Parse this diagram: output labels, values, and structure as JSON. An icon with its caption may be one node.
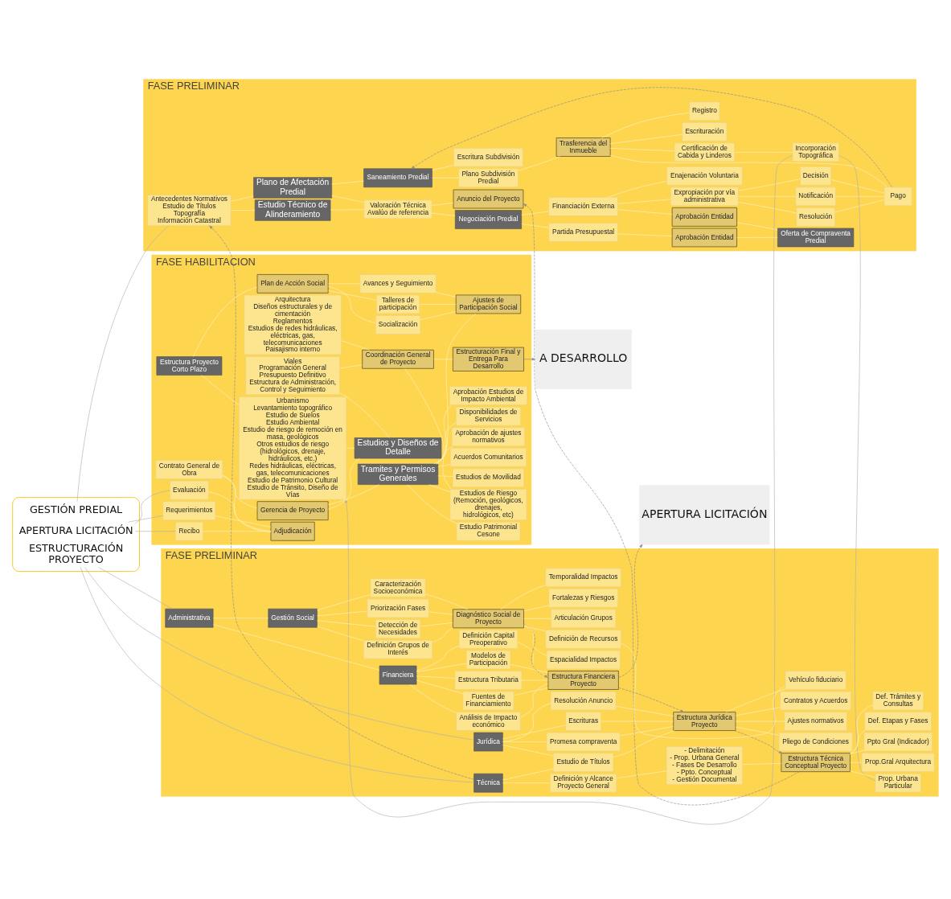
{
  "diagram": {
    "nodes": [
      {
        "text": [],
        "shape": "box"
      },
      {
        "text": [
          "GESTIÓN PREDIAL"
        ],
        "in": 0
      },
      {
        "text": [
          "ESTRUCTURACIÓN PROYECTO"
        ],
        "in": 0
      },
      {
        "text": [
          "APERTURA LICITACIÓN"
        ],
        "in": 0
      },
      {
        "text": [
          "FASE PRELIMINAR"
        ]
      },
      {
        "text": [
          "Antecedentes Normativos",
          "Estudio de Títulos",
          "Topografía",
          "Información Catastral"
        ],
        "in": 4
      },
      {
        "text": [
          "Estudio Técnico de Alinderamiento"
        ],
        "in": 4
      },
      {
        "text": [
          "Plano de Afectación Predial"
        ],
        "in": 4
      },
      {
        "text": [
          "Valoración Técnica Avalúo de referencia"
        ],
        "in": 4
      },
      {
        "text": [
          "Negociación Predial"
        ],
        "in": 4
      },
      {
        "text": [
          "Partida Presupuestal"
        ],
        "in": 4
      },
      {
        "text": [
          "Financiación Externa"
        ],
        "in": 4
      },
      {
        "text": [
          "Aprobación Entidad"
        ],
        "in": 4
      },
      {
        "text": [
          "Aprobación Entidad"
        ],
        "in": 4
      },
      {
        "text": [
          "Anuncio del Proyecto"
        ],
        "in": 4
      },
      {
        "text": [
          "Oferta de Compraventa Predial"
        ],
        "in": 4
      },
      {
        "text": [
          "Expropiación por vía administrativa"
        ],
        "in": 4
      },
      {
        "text": [
          "Enajenación Voluntaria"
        ],
        "in": 4
      },
      {
        "text": [
          "Saneamiento Predial"
        ],
        "in": 4
      },
      {
        "text": [
          "Resolución"
        ],
        "in": 4
      },
      {
        "text": [
          "Notificación"
        ],
        "in": 4
      },
      {
        "text": [
          "Decisión"
        ],
        "in": 4
      },
      {
        "text": [
          "Pago"
        ],
        "in": 4
      },
      {
        "text": [
          "Plano Subdivisión Predial"
        ],
        "in": 4
      },
      {
        "text": [
          "Escritura Subdivisión"
        ],
        "in": 4
      },
      {
        "text": [
          "Trasferencia del Inmueble"
        ],
        "in": 4
      },
      {
        "text": [
          "Certificación de Cabida y Linderos"
        ],
        "in": 4
      },
      {
        "text": [
          "Incorporación Topográfica"
        ],
        "in": 4
      },
      {
        "text": [
          "Escrituración"
        ],
        "in": 4
      },
      {
        "text": [
          "Registro"
        ],
        "in": 4
      },
      {
        "text": [
          "FASE PRELIMINAR"
        ]
      },
      {
        "text": [
          "Técnica"
        ],
        "in": 30
      },
      {
        "text": [
          "Definición y Alcance Proyecto General"
        ],
        "in": 30
      },
      {
        "text": [
          "- Delimitación",
          "- Prop. Urbana General",
          "- Fases De Desarrollo",
          "- Ppto. Conceptual",
          "- Gestión Documental"
        ],
        "in": 30
      },
      {
        "text": [
          "Estructura Técnica Conceptual Proyecto"
        ],
        "in": 30
      },
      {
        "text": [
          "Prop. Urbana Particular"
        ],
        "in": 30
      },
      {
        "text": [
          "Prop.Gral Arquitectura"
        ],
        "in": 30
      },
      {
        "text": [
          "Ppto Gral (Indicador)"
        ],
        "in": 30
      },
      {
        "text": [
          "Def. Etapas y Fases"
        ],
        "in": 30
      },
      {
        "text": [
          "Def. Trámites y Consultas"
        ],
        "in": 30
      },
      {
        "text": [
          "Jurídica"
        ],
        "in": 30
      },
      {
        "text": [
          "Estudio de Títulos"
        ],
        "in": 30
      },
      {
        "text": [
          "Escrituras"
        ],
        "in": 30
      },
      {
        "text": [
          "Resolución Anuncio"
        ],
        "in": 30
      },
      {
        "text": [
          "Promesa compraventa"
        ],
        "in": 30
      },
      {
        "text": [
          "Estructura Jurídica Proyecto"
        ],
        "in": 30
      },
      {
        "text": [
          "Vehículo fiduciario"
        ],
        "in": 30
      },
      {
        "text": [
          "Pliego de Condiciones"
        ],
        "in": 30
      },
      {
        "text": [
          "Ajustes normativos"
        ],
        "in": 30
      },
      {
        "text": [
          "Contratos y Acuerdos"
        ],
        "in": 30
      },
      {
        "text": [
          "Financiera"
        ],
        "in": 30
      },
      {
        "text": [
          "Estructura Tributaria"
        ],
        "in": 30
      },
      {
        "text": [
          "Modelos de Participación"
        ],
        "in": 30
      },
      {
        "text": [
          "Definición Capital Preoperativo"
        ],
        "in": 30
      },
      {
        "text": [
          "Análisis de Impacto económico"
        ],
        "in": 30
      },
      {
        "text": [
          "Fuentes de Financiamiento"
        ],
        "in": 30
      },
      {
        "text": [
          "Estructura Financiera Proyecto"
        ],
        "in": 30
      },
      {
        "text": [
          "Administrativa"
        ],
        "in": 30
      },
      {
        "text": [
          "Gestión Social"
        ],
        "in": 30
      },
      {
        "text": [
          "Caracterización Socioeconómica"
        ],
        "in": 30
      },
      {
        "text": [
          "Definición Grupos de Interés"
        ],
        "in": 30
      },
      {
        "text": [
          "Detección de Necesidades"
        ],
        "in": 30
      },
      {
        "text": [
          "Priorización Fases"
        ],
        "in": 30
      },
      {
        "text": [
          "Diagnóstico Social de Proyecto"
        ],
        "in": 30
      },
      {
        "text": [
          "Temporalidad Impactos"
        ],
        "in": 30
      },
      {
        "text": [
          "Espacialidad Impactos"
        ],
        "in": 30
      },
      {
        "text": [
          "Definición de Recursos"
        ],
        "in": 30
      },
      {
        "text": [
          "Articulación Grupos"
        ],
        "in": 30
      },
      {
        "text": [
          "Fortalezas y Riesgos"
        ],
        "in": 30
      },
      {
        "text": [
          "APERTURA LICITACIÓN"
        ]
      },
      {
        "text": [
          "FASE HABILITACION"
        ]
      },
      {
        "text": [
          "Estructura Proyecto Corto Plazo"
        ],
        "in": 70
      },
      {
        "text": [
          "Urbanismo",
          "Levantamiento topográfico",
          "Estudio de Suelos",
          "Estudio Ambiental",
          "Estudio de riesgo de remoción en masa, geológicos",
          "Otros estudios de riesgo (hidrológicos, drenaje, hidráulicos, etc.)",
          "Redes hidráulicas, eléctricas, gas, telecomunicaciones",
          "Estudio de Patrimonio Cultural",
          "Estudio de Tránsito, Diseño de Vías"
        ],
        "in": 70
      },
      {
        "text": [
          "Arquitectura",
          "Diseños estructurales y de cimentación",
          "Reglamentos",
          "Estudios de redes hidráulicas, eléctricas, gas, telecomunicaciones",
          "Paisajismo interno"
        ],
        "in": 70
      },
      {
        "text": [
          "Viales",
          "Programación General",
          "Presupuesto Definitivo",
          "Estructura de Administración, Control y Seguimiento"
        ],
        "in": 70
      },
      {
        "text": [
          "Estructuración Final y Entrega Para Desarrollo"
        ],
        "in": 70
      },
      {
        "text": [
          "Coordinación General de Proyecto"
        ],
        "in": 70
      },
      {
        "text": [
          "Contrato General de Obra"
        ],
        "in": 70
      },
      {
        "text": [
          "Recibo"
        ],
        "in": 70
      },
      {
        "text": [
          "Evaluación"
        ],
        "in": 70
      },
      {
        "text": [
          "Requerimientos"
        ],
        "in": 70
      },
      {
        "text": [
          "Adjudicación"
        ],
        "in": 70
      },
      {
        "text": [
          "Gerencia de Proyecto"
        ],
        "in": 70
      },
      {
        "text": [
          "Estudios y Diseños de Detalle"
        ],
        "in": 70
      },
      {
        "text": [
          "Tramites y Permisos Generales"
        ],
        "in": 70
      },
      {
        "text": [
          "Disponibilidades de Servicios"
        ],
        "in": 70
      },
      {
        "text": [
          "Aprobación Estudios de Impacto Ambiental"
        ],
        "in": 70
      },
      {
        "text": [
          "Estudio Patrimonial Cesone"
        ],
        "in": 70
      },
      {
        "text": [
          "Estudios de Riesgo (Remoción, geológicos, drenajes, hidrológicos, etc)"
        ],
        "in": 70
      },
      {
        "text": [
          "Estudios de Movilidad"
        ],
        "in": 70
      },
      {
        "text": [
          "Acuerdos Comunitarios"
        ],
        "in": 70
      },
      {
        "text": [
          "Aprobación de ajustes normativos"
        ],
        "in": 70
      },
      {
        "text": [
          "Plan de Acción Social"
        ],
        "in": 70
      },
      {
        "text": [
          "Socialización"
        ],
        "in": 70
      },
      {
        "text": [
          "Talleres de participación"
        ],
        "in": 70
      },
      {
        "text": [
          "Avances y Seguimiento"
        ],
        "in": 70
      },
      {
        "text": [
          "Ajustes de Participación Social"
        ],
        "in": 70
      },
      {
        "text": [
          "A DESARROLLO"
        ]
      }
    ],
    "edges": [
      {
        "from": 1,
        "to": 5,
        "arrow": "none",
        "color": "#b0b0b0"
      },
      {
        "from": 2,
        "to": 31,
        "arrow": "none",
        "color": "#b0b0b0"
      },
      {
        "from": 2,
        "to": 40,
        "arrow": "none",
        "color": "#b0b0b0"
      },
      {
        "from": 2,
        "to": 57,
        "arrow": "none",
        "color": "#b0b0b0"
      },
      {
        "from": 3,
        "to": 78,
        "arrow": "none",
        "color": "#b0b0b0"
      },
      {
        "from": 3,
        "to": 79,
        "arrow": "none",
        "color": "#b0b0b0"
      },
      {
        "from": 3,
        "to": 80,
        "arrow": "none",
        "color": "#b0b0b0"
      },
      {
        "from": 5,
        "to": 6,
        "arrow": "none"
      },
      {
        "from": 5,
        "to": 7,
        "arrow": "none"
      },
      {
        "from": 6,
        "to": 8,
        "arrow": "none"
      },
      {
        "from": 7,
        "to": 8,
        "arrow": "none"
      },
      {
        "from": 8,
        "to": 9,
        "arrow": "none"
      },
      {
        "from": 8,
        "to": 14,
        "arrow": "none"
      },
      {
        "from": 9,
        "to": 10,
        "arrow": "none"
      },
      {
        "from": 9,
        "to": 11,
        "arrow": "none"
      },
      {
        "from": 10,
        "to": 12,
        "arrow": "none"
      },
      {
        "from": 11,
        "to": 13,
        "arrow": "none"
      },
      {
        "from": 12,
        "to": 15,
        "arrow": "none"
      },
      {
        "from": 13,
        "to": 15,
        "arrow": "none"
      },
      {
        "from": 11,
        "to": 16,
        "arrow": "none"
      },
      {
        "from": 11,
        "to": 17,
        "arrow": "none"
      },
      {
        "from": 16,
        "to": 19,
        "arrow": "none"
      },
      {
        "from": 16,
        "to": 20,
        "arrow": "none"
      },
      {
        "from": 16,
        "to": 21,
        "arrow": "none"
      },
      {
        "from": 19,
        "to": 22,
        "arrow": "none"
      },
      {
        "from": 20,
        "to": 22,
        "arrow": "none"
      },
      {
        "from": 21,
        "to": 22,
        "arrow": "none"
      },
      {
        "from": 22,
        "to": 18,
        "arrow": "to",
        "style": "dashed",
        "color": "#8c8c8c"
      },
      {
        "from": 22,
        "to": 25,
        "arrow": "none"
      },
      {
        "from": 7,
        "to": 18,
        "arrow": "none"
      },
      {
        "from": 18,
        "to": 23,
        "arrow": "none"
      },
      {
        "from": 18,
        "to": 24,
        "arrow": "none"
      },
      {
        "from": 23,
        "to": 25,
        "arrow": "none"
      },
      {
        "from": 25,
        "to": 28,
        "arrow": "none"
      },
      {
        "from": 25,
        "to": 29,
        "arrow": "none"
      },
      {
        "from": 25,
        "to": 26,
        "arrow": "none"
      },
      {
        "from": 26,
        "to": 27,
        "arrow": "none"
      },
      {
        "from": 27,
        "to": 35,
        "arrow": "none",
        "color": "#b0b0b0"
      },
      {
        "from": 27,
        "to": 72,
        "arrow": "to",
        "color": "#b0b0b0"
      },
      {
        "from": 31,
        "to": 5,
        "arrow": "to",
        "style": "dashed",
        "color": "#8c8c8c"
      },
      {
        "from": 34,
        "to": 14,
        "arrow": "to",
        "style": "dashed",
        "color": "#8c8c8c"
      },
      {
        "from": 31,
        "to": 32,
        "arrow": "none"
      },
      {
        "from": 32,
        "to": 33,
        "arrow": "none"
      },
      {
        "from": 33,
        "to": 34,
        "arrow": "none"
      },
      {
        "from": 34,
        "to": 35,
        "arrow": "none"
      },
      {
        "from": 34,
        "to": 36,
        "arrow": "none"
      },
      {
        "from": 34,
        "to": 37,
        "arrow": "none"
      },
      {
        "from": 34,
        "to": 38,
        "arrow": "none"
      },
      {
        "from": 34,
        "to": 39,
        "arrow": "none"
      },
      {
        "from": 31,
        "to": 41,
        "arrow": "none"
      },
      {
        "from": 40,
        "to": 41,
        "arrow": "none"
      },
      {
        "from": 40,
        "to": 42,
        "arrow": "none"
      },
      {
        "from": 40,
        "to": 43,
        "arrow": "none"
      },
      {
        "from": 40,
        "to": 44,
        "arrow": "none"
      },
      {
        "from": 41,
        "to": 45,
        "arrow": "none"
      },
      {
        "from": 42,
        "to": 45,
        "arrow": "none"
      },
      {
        "from": 43,
        "to": 45,
        "arrow": "none"
      },
      {
        "from": 44,
        "to": 45,
        "arrow": "none"
      },
      {
        "from": 45,
        "to": 34,
        "arrow": "to",
        "style": "dashed",
        "color": "#8c8c8c"
      },
      {
        "from": 45,
        "to": 46,
        "arrow": "none"
      },
      {
        "from": 45,
        "to": 47,
        "arrow": "none"
      },
      {
        "from": 45,
        "to": 48,
        "arrow": "none"
      },
      {
        "from": 45,
        "to": 49,
        "arrow": "none"
      },
      {
        "from": 46,
        "to": 66,
        "arrow": "none"
      },
      {
        "from": 57,
        "to": 50,
        "arrow": "none"
      },
      {
        "from": 57,
        "to": 58,
        "arrow": "none"
      },
      {
        "from": 50,
        "to": 51,
        "arrow": "none"
      },
      {
        "from": 50,
        "to": 52,
        "arrow": "none"
      },
      {
        "from": 50,
        "to": 53,
        "arrow": "none"
      },
      {
        "from": 50,
        "to": 54,
        "arrow": "none"
      },
      {
        "from": 50,
        "to": 55,
        "arrow": "none"
      },
      {
        "from": 51,
        "to": 56,
        "arrow": "none"
      },
      {
        "from": 52,
        "to": 56,
        "arrow": "none"
      },
      {
        "from": 53,
        "to": 56,
        "arrow": "none"
      },
      {
        "from": 54,
        "to": 56,
        "arrow": "none"
      },
      {
        "from": 55,
        "to": 56,
        "arrow": "none"
      },
      {
        "from": 56,
        "to": 45,
        "arrow": "to",
        "style": "dashed",
        "color": "#8c8c8c"
      },
      {
        "from": 56,
        "to": 69,
        "arrow": "to",
        "style": "dashed",
        "color": "#8c8c8c"
      },
      {
        "from": 58,
        "to": 59,
        "arrow": "none"
      },
      {
        "from": 58,
        "to": 60,
        "arrow": "none"
      },
      {
        "from": 58,
        "to": 61,
        "arrow": "none"
      },
      {
        "from": 58,
        "to": 62,
        "arrow": "none"
      },
      {
        "from": 59,
        "to": 63,
        "arrow": "none"
      },
      {
        "from": 60,
        "to": 63,
        "arrow": "none"
      },
      {
        "from": 61,
        "to": 63,
        "arrow": "none"
      },
      {
        "from": 62,
        "to": 63,
        "arrow": "none"
      },
      {
        "from": 63,
        "to": 56,
        "arrow": "to",
        "style": "dashed",
        "color": "#8c8c8c"
      },
      {
        "from": 63,
        "to": 64,
        "arrow": "none"
      },
      {
        "from": 63,
        "to": 65,
        "arrow": "none"
      },
      {
        "from": 63,
        "to": 66,
        "arrow": "none"
      },
      {
        "from": 63,
        "to": 67,
        "arrow": "none"
      },
      {
        "from": 63,
        "to": 68,
        "arrow": "none"
      },
      {
        "from": 71,
        "to": 72,
        "arrow": "none"
      },
      {
        "from": 71,
        "to": 92,
        "arrow": "none"
      },
      {
        "from": 72,
        "to": 83,
        "arrow": "none"
      },
      {
        "from": 74,
        "to": 83,
        "arrow": "none"
      },
      {
        "from": 73,
        "to": 76,
        "arrow": "none"
      },
      {
        "from": 74,
        "to": 76,
        "arrow": "none"
      },
      {
        "from": 76,
        "to": 75,
        "arrow": "none"
      },
      {
        "from": 76,
        "to": 88,
        "arrow": "none"
      },
      {
        "from": 75,
        "to": 97,
        "arrow": "to",
        "color": "#8c8c8c"
      },
      {
        "from": 78,
        "to": 81,
        "arrow": "none"
      },
      {
        "from": 79,
        "to": 81,
        "arrow": "none"
      },
      {
        "from": 80,
        "to": 81,
        "arrow": "none"
      },
      {
        "from": 77,
        "to": 81,
        "arrow": "none"
      },
      {
        "from": 77,
        "to": 82,
        "arrow": "none"
      },
      {
        "from": 82,
        "to": 83,
        "arrow": "none"
      },
      {
        "from": 82,
        "to": 84,
        "arrow": "none"
      },
      {
        "from": 84,
        "to": 85,
        "arrow": "none"
      },
      {
        "from": 84,
        "to": 86,
        "arrow": "none"
      },
      {
        "from": 84,
        "to": 87,
        "arrow": "none"
      },
      {
        "from": 84,
        "to": 88,
        "arrow": "none"
      },
      {
        "from": 84,
        "to": 89,
        "arrow": "none"
      },
      {
        "from": 84,
        "to": 90,
        "arrow": "none"
      },
      {
        "from": 84,
        "to": 91,
        "arrow": "none"
      },
      {
        "from": 92,
        "to": 93,
        "arrow": "none"
      },
      {
        "from": 92,
        "to": 94,
        "arrow": "none"
      },
      {
        "from": 92,
        "to": 95,
        "arrow": "none"
      },
      {
        "from": 93,
        "to": 96,
        "arrow": "none"
      },
      {
        "from": 94,
        "to": 96,
        "arrow": "none"
      },
      {
        "from": 95,
        "to": 96,
        "arrow": "none"
      },
      {
        "from": 96,
        "to": 84,
        "arrow": "none"
      }
    ]
  }
}
